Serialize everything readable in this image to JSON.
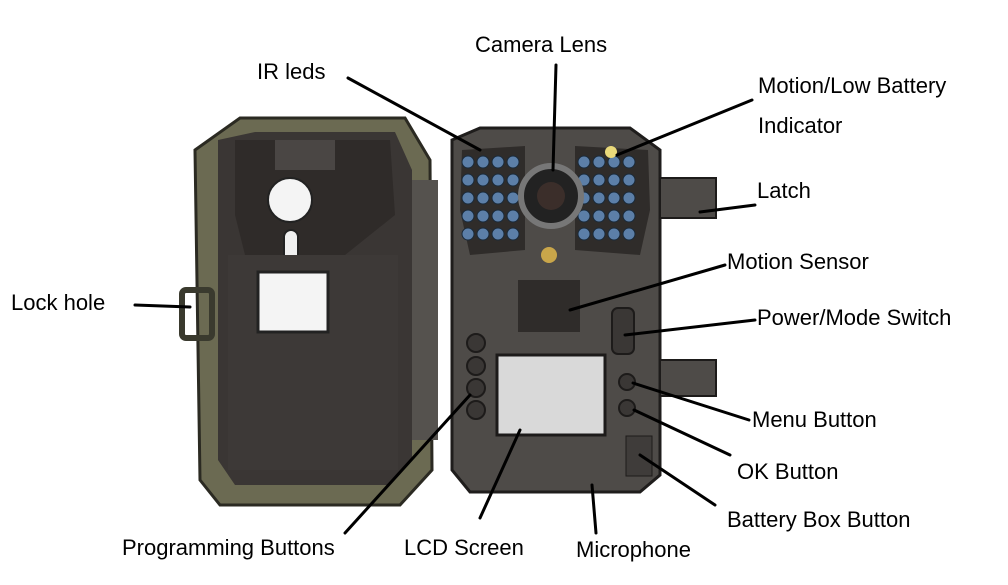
{
  "labels": {
    "camera_lens": "Camera Lens",
    "ir_leds": "IR leds",
    "motion_low_battery_line1": "Motion/Low  Battery",
    "motion_low_battery_line2": "Indicator",
    "latch": "Latch",
    "motion_sensor": "Motion Sensor",
    "lock_hole": "Lock hole",
    "power_mode_switch": "Power/Mode Switch",
    "menu_button": "Menu Button",
    "ok_button": "OK Button",
    "battery_box_button": "Battery Box Button",
    "programming_buttons": "Programming Buttons",
    "lcd_screen": "LCD Screen",
    "microphone": "Microphone"
  },
  "colors": {
    "body": "#4e4b48",
    "body_dark": "#2f2c2a",
    "camo": "#6b6a52",
    "lcd": "#d9d9d9",
    "led": "#5c7fa8",
    "indicator": "#e9d97a"
  }
}
